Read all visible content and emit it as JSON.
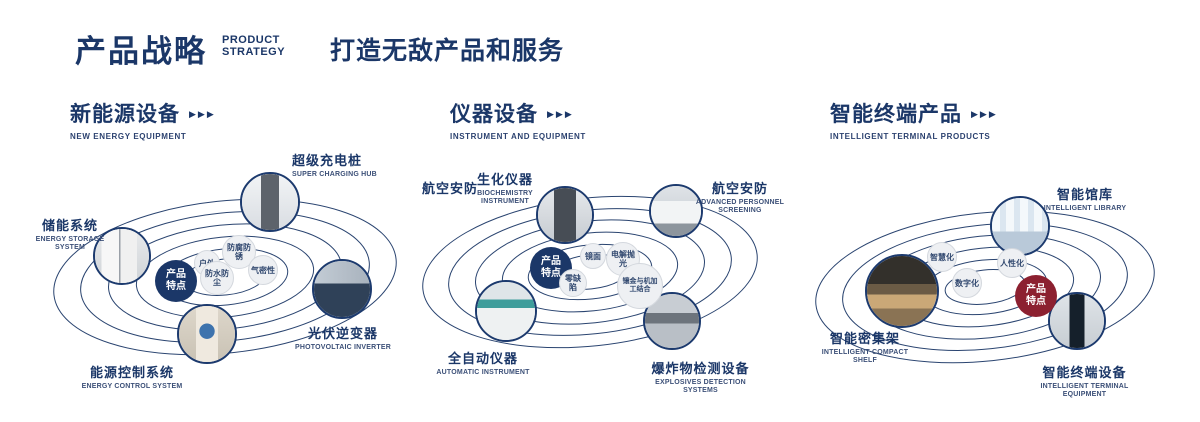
{
  "header": {
    "title": "产品战略",
    "subtitle_line1": "PRODUCT",
    "subtitle_line2": "STRATEGY",
    "tagline": "打造无敌产品和服务"
  },
  "icons": {
    "triple_arrow": "▶▶▶"
  },
  "colors": {
    "navy": "#1b3768",
    "maroon": "#8c2030"
  },
  "sections": [
    {
      "title": "新能源设备",
      "subtitle": "NEW ENERGY EQUIPMENT",
      "center_label": "产品特点",
      "features": [
        "户外",
        "防腐防锈",
        "防水防尘",
        "气密性"
      ],
      "products": [
        {
          "name": "超级充电桩",
          "en": "SUPER CHARGING HUB"
        },
        {
          "name": "储能系统",
          "en": "ENERGY STORAGE SYSTEM"
        },
        {
          "name": "光伏逆变器",
          "en": "PHOTOVOLTAIC INVERTER"
        },
        {
          "name": "能源控制系统",
          "en": "ENERGY CONTROL SYSTEM"
        }
      ]
    },
    {
      "title": "仪器设备",
      "subtitle": "INSTRUMENT AND EQUIPMENT",
      "center_label": "产品特点",
      "side_label": "航空安防",
      "features": [
        "镜面",
        "电解抛光",
        "零缺陷",
        "镶金与机加工结合"
      ],
      "products": [
        {
          "name": "生化仪器",
          "en": "BIOCHEMISTRY INSTRUMENT"
        },
        {
          "name": "航空安防",
          "en": "ADVANCED PERSONNEL SCREENING"
        },
        {
          "name": "全自动仪器",
          "en": "AUTOMATIC INSTRUMENT"
        },
        {
          "name": "爆炸物检测设备",
          "en": "EXPLOSIVES DETECTION SYSTEMS"
        }
      ]
    },
    {
      "title": "智能终端产品",
      "subtitle": "INTELLIGENT TERMINAL PRODUCTS",
      "center_label": "产品特点",
      "features": [
        "智慧化",
        "人性化",
        "数字化"
      ],
      "products": [
        {
          "name": "智能馆库",
          "en": "INTELLIGENT LIBRARY"
        },
        {
          "name": "智能密集架",
          "en": "INTELLIGENT COMPACT SHELF"
        },
        {
          "name": "智能终端设备",
          "en": "INTELLIGENT TERMINAL EQUIPMENT"
        }
      ]
    }
  ]
}
